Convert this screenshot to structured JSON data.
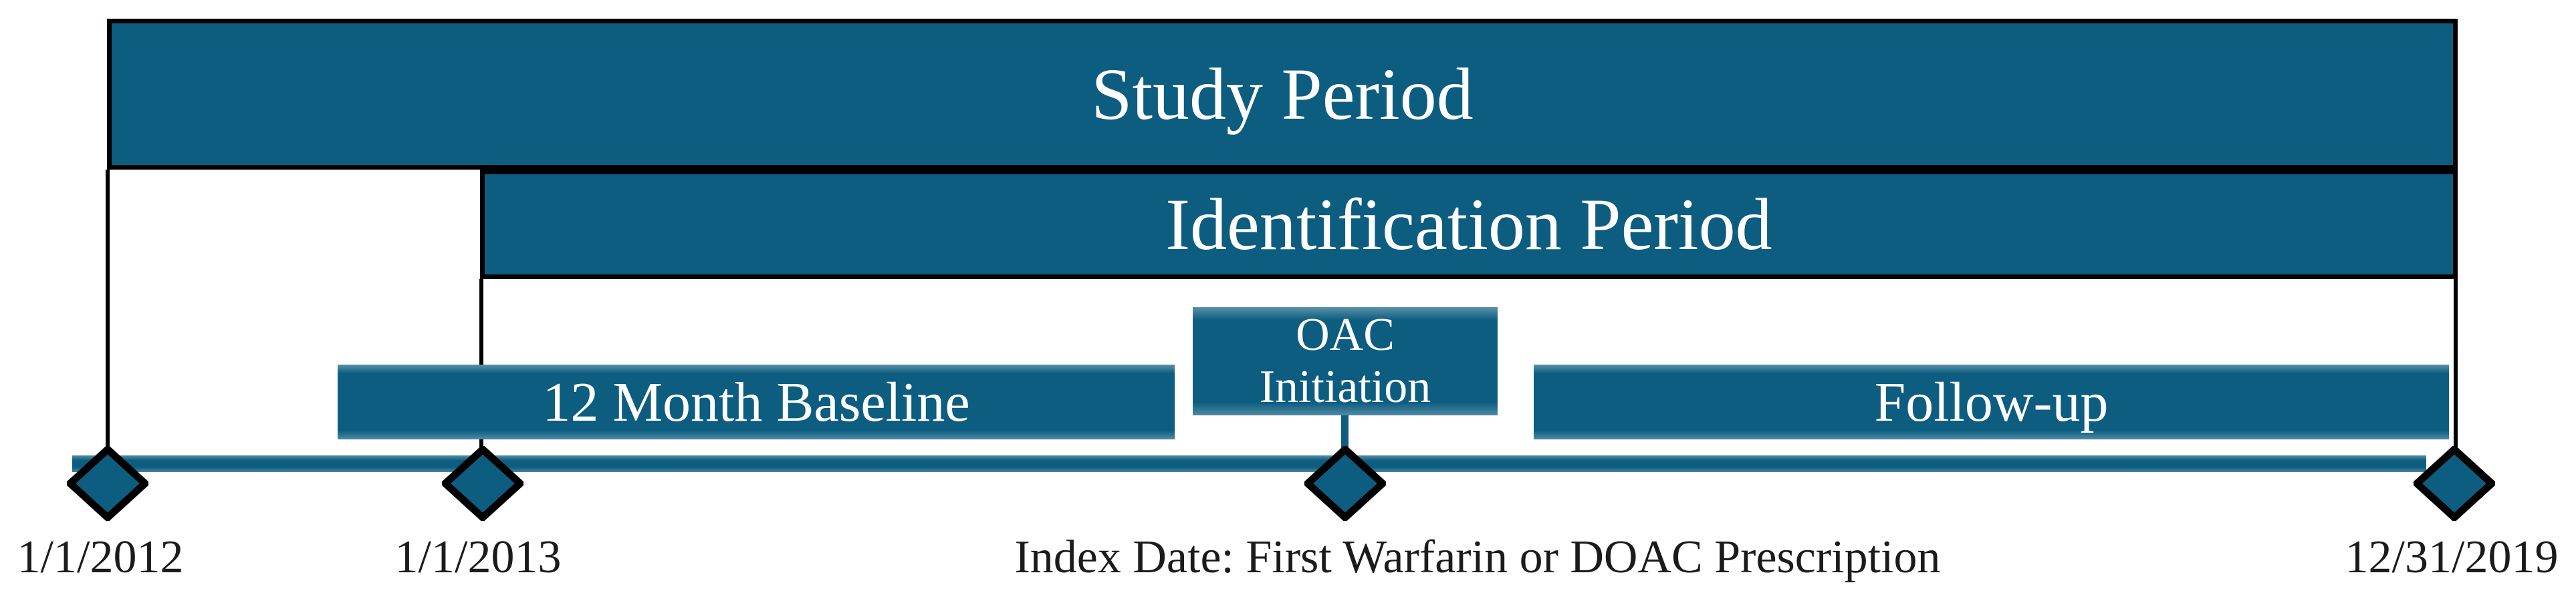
{
  "figure": {
    "study_period": {
      "label": "Study Period"
    },
    "identification_period": {
      "label": "Identification Period"
    },
    "baseline": {
      "label": "12 Month Baseline"
    },
    "oac_initiation": {
      "line1": "OAC",
      "line2": "Initiation"
    },
    "follow_up": {
      "label": "Follow-up"
    },
    "axis": {
      "markers": [
        {
          "label": "1/1/2012"
        },
        {
          "label": "1/1/2013"
        },
        {
          "label": "Index Date: First Warfarin or DOAC Prescription"
        },
        {
          "label": "12/31/2019"
        }
      ]
    },
    "colors": {
      "bar_fill_teal": "#0c5d80",
      "bar_border_black": "#000000",
      "bar_text_white": "#ffffff",
      "axis_label_text": "#1b1b1b"
    }
  }
}
